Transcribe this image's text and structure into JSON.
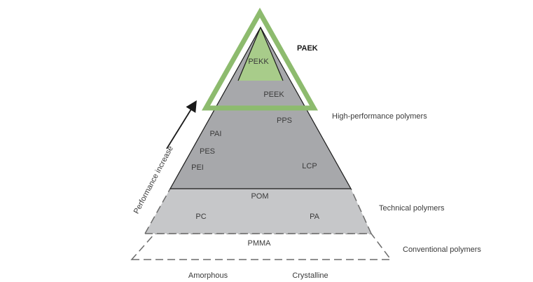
{
  "colors": {
    "apex_green": "#a8cc8a",
    "outline_green": "#8dbb6e",
    "high_performance_gray": "#a7a8ab",
    "technical_gray": "#c6c7c9",
    "conventional_fill": "#ffffff",
    "dashed_line": "#6b6b6b",
    "arrow": "#1a1a1a",
    "text": "#3a3a3a"
  },
  "group_label": "PAEK",
  "tiers": {
    "high_performance": "High-performance polymers",
    "technical": "Technical polymers",
    "conventional": "Conventional polymers"
  },
  "polymers": {
    "pekk": "PEKK",
    "peek": "PEEK",
    "pps": "PPS",
    "pai": "PAI",
    "pes": "PES",
    "pei": "PEI",
    "lcp": "LCP",
    "pom": "POM",
    "pc": "PC",
    "pa": "PA",
    "pmma": "PMMA"
  },
  "axis": {
    "performance": "Performance increase",
    "amorphous": "Amorphous",
    "crystalline": "Crystalline"
  }
}
